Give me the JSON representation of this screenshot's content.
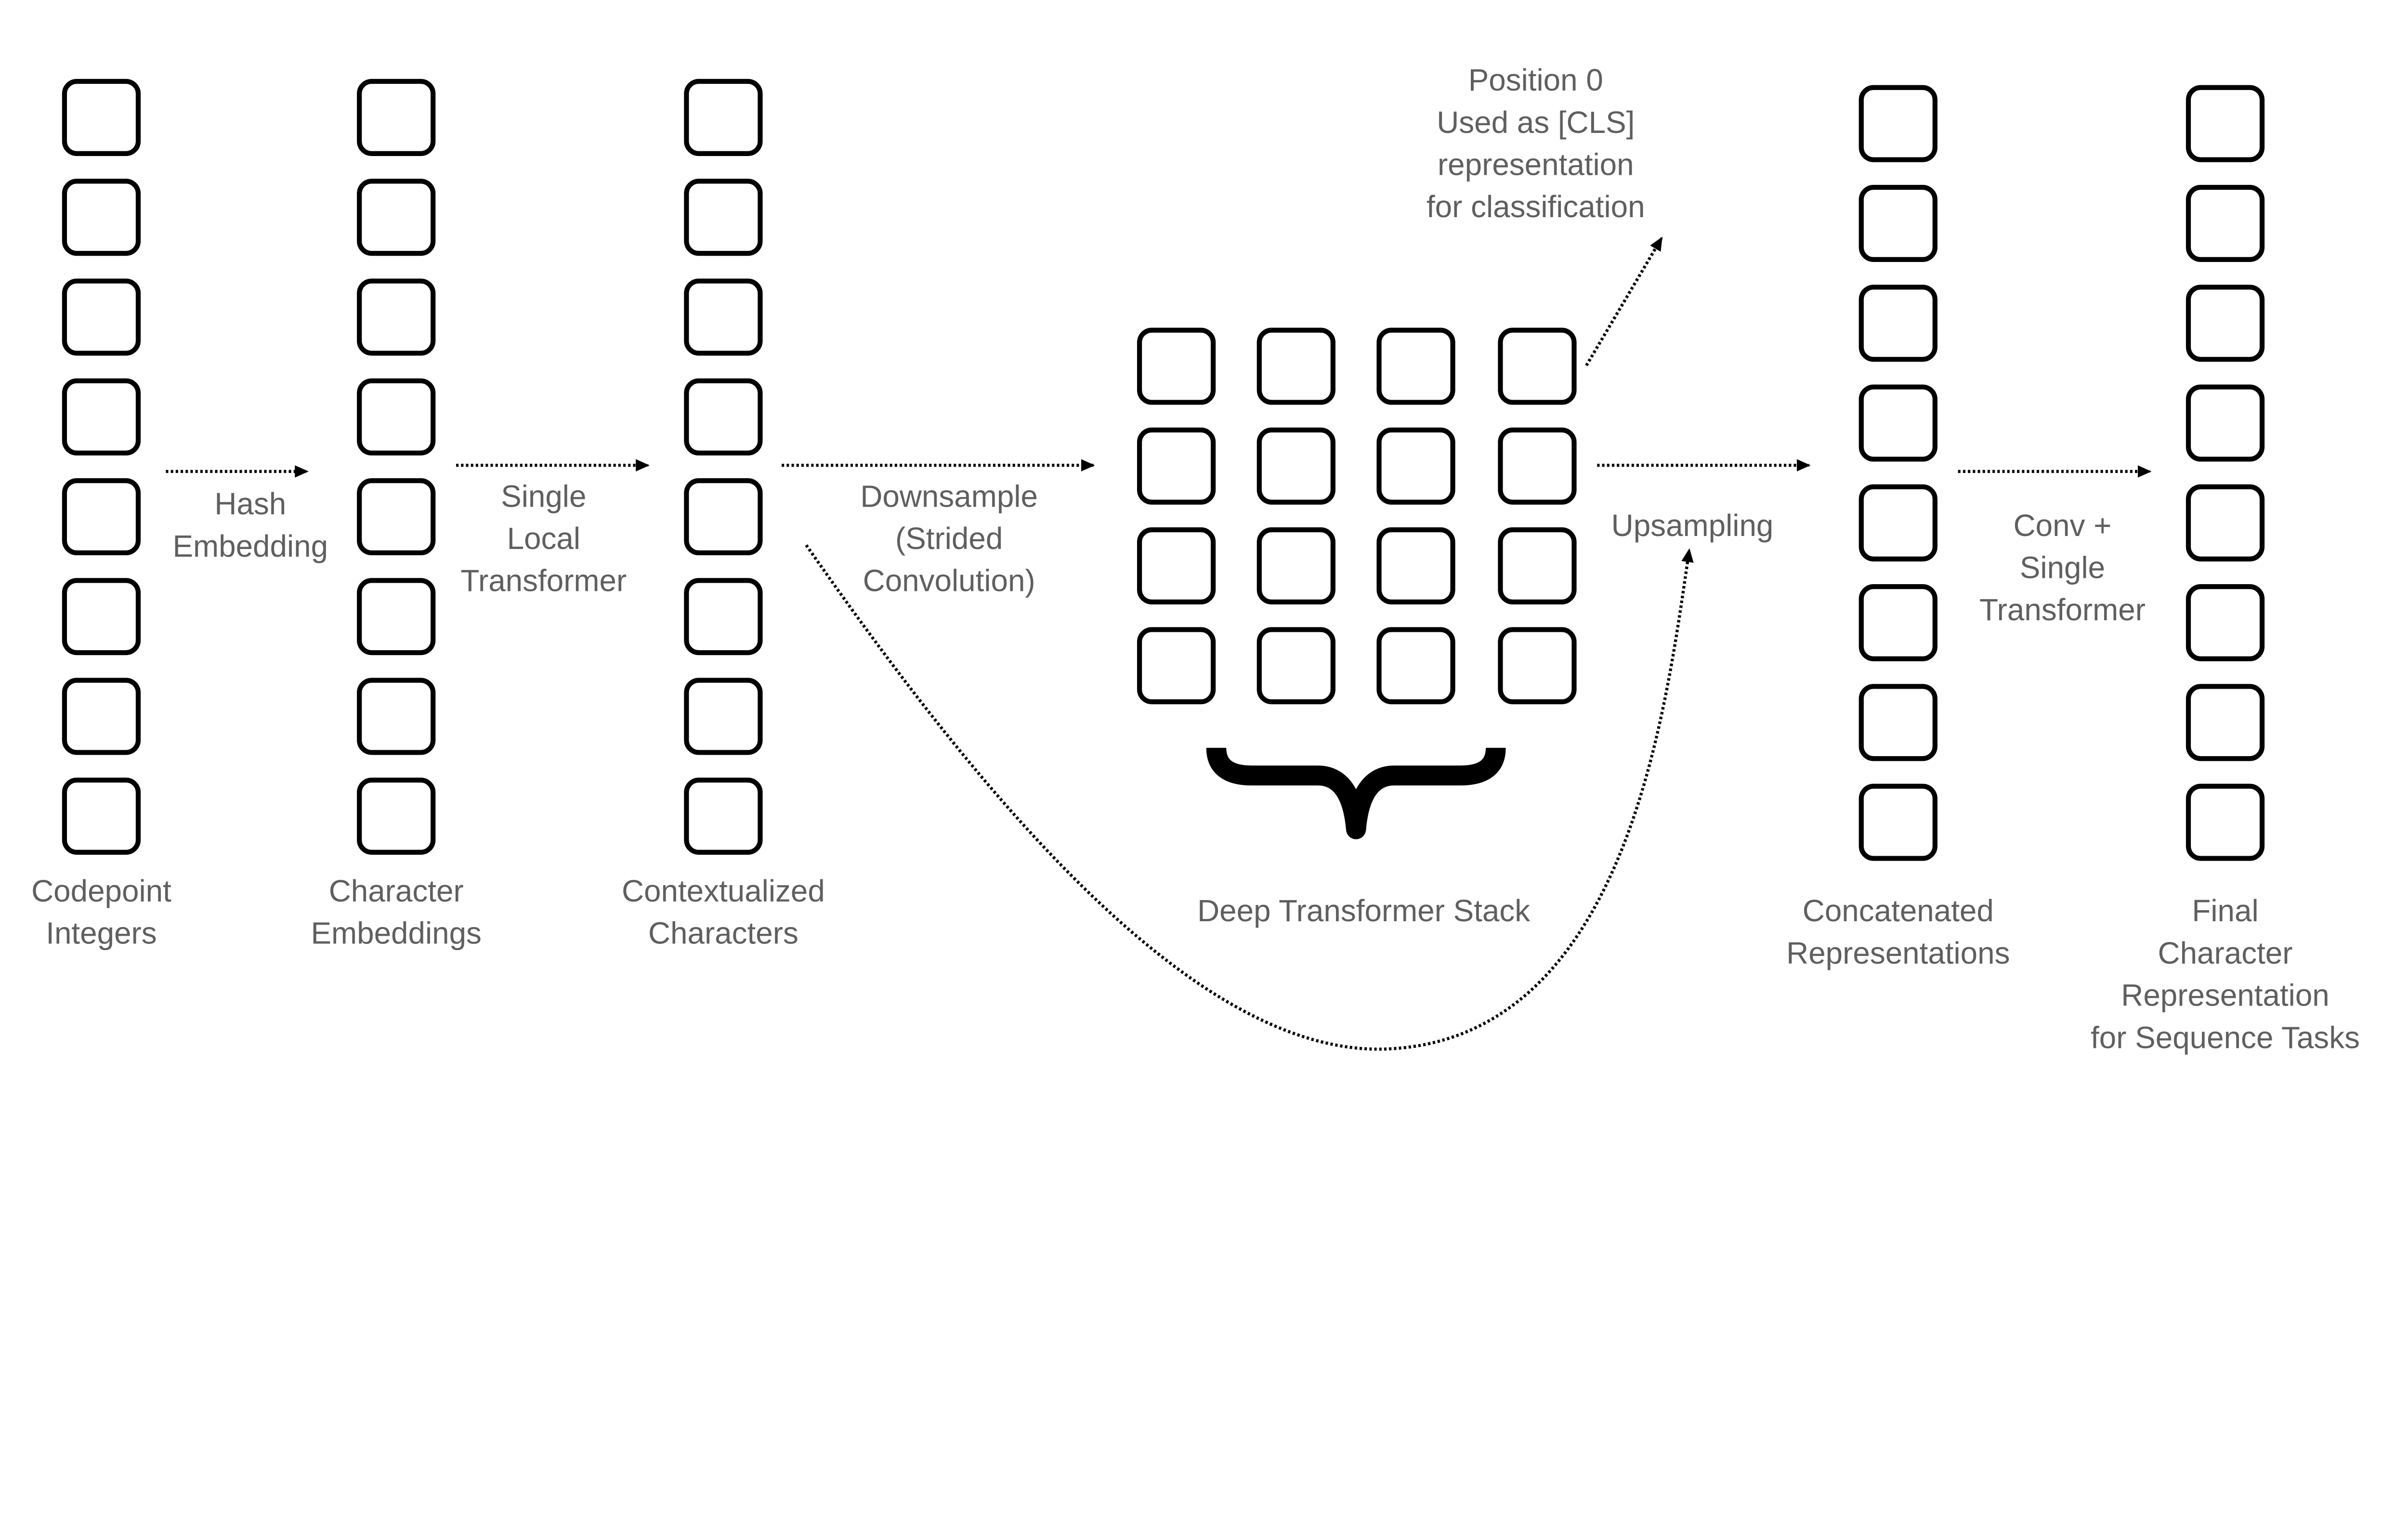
{
  "colors": {
    "text": "#5f5f5f",
    "stroke": "#000000",
    "background": "#ffffff"
  },
  "columns": [
    {
      "label": [
        "Codepoint",
        "Integers"
      ],
      "cells": 8
    },
    {
      "label": [
        "Character",
        "Embeddings"
      ],
      "cells": 8
    },
    {
      "label": [
        "Contextualized",
        "Characters"
      ],
      "cells": 8
    },
    {
      "label": [
        "Concatenated",
        "Representations"
      ],
      "cells": 8
    },
    {
      "label": [
        "Final",
        "Character",
        "Representation",
        "for Sequence Tasks"
      ],
      "cells": 8
    }
  ],
  "deep_stack": {
    "label": "Deep Transformer Stack",
    "rows": 4,
    "cols": 4
  },
  "edges": {
    "hash_embedding": [
      "Hash",
      "Embedding"
    ],
    "local_transformer": [
      "Single",
      "Local",
      "Transformer"
    ],
    "downsample": [
      "Downsample",
      "(Strided",
      "Convolution)"
    ],
    "upsampling": [
      "Upsampling"
    ],
    "conv_transformer": [
      "Conv +",
      "Single",
      "Transformer"
    ],
    "cls": [
      "Position 0",
      "Used as [CLS]",
      "representation",
      "for classification"
    ]
  }
}
